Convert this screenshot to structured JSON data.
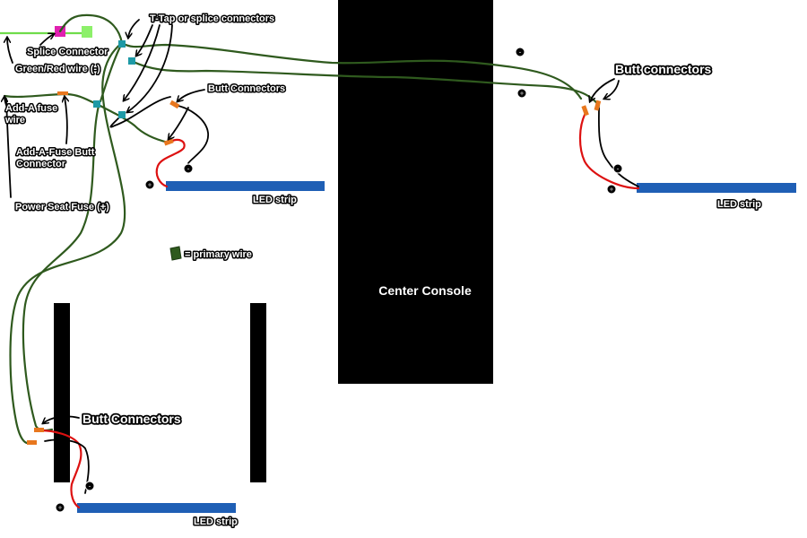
{
  "labels": {
    "t_tap": "T-Tap or splice connectors",
    "splice_connector": "Splice Connector",
    "green_red_wire": "Green/Red wire (-)",
    "add_a_fuse_wire_line1": "Add-A fuse",
    "add_a_fuse_wire_line2": "wire",
    "add_a_fuse_butt_line1": "Add-A-Fuse Butt",
    "add_a_fuse_butt_line2": "Connector",
    "power_seat_fuse": "Power Seat Fuse (+)",
    "butt_connectors_top": "Butt Connectors",
    "butt_connectors_right": "Butt connectors",
    "butt_connectors_bottom": "Butt Connectors",
    "primary_wire_legend": "= primary wire",
    "center_console": "Center Console",
    "led_strip_left": "LED strip",
    "led_strip_right": "LED strip",
    "led_strip_bottom": "LED strip"
  },
  "polarity": {
    "minus": "-",
    "plus": "+"
  },
  "colors": {
    "primary_wire": "#2f5a1e",
    "positive_wire": "#dd1111",
    "led_strip": "#1f5fb5",
    "butt_connector": "#e8771e",
    "t_tap": "#1e9aa6",
    "splice_connector": "#e020b0",
    "green_red_wire": "#6fdc4a",
    "console": "#000000"
  }
}
